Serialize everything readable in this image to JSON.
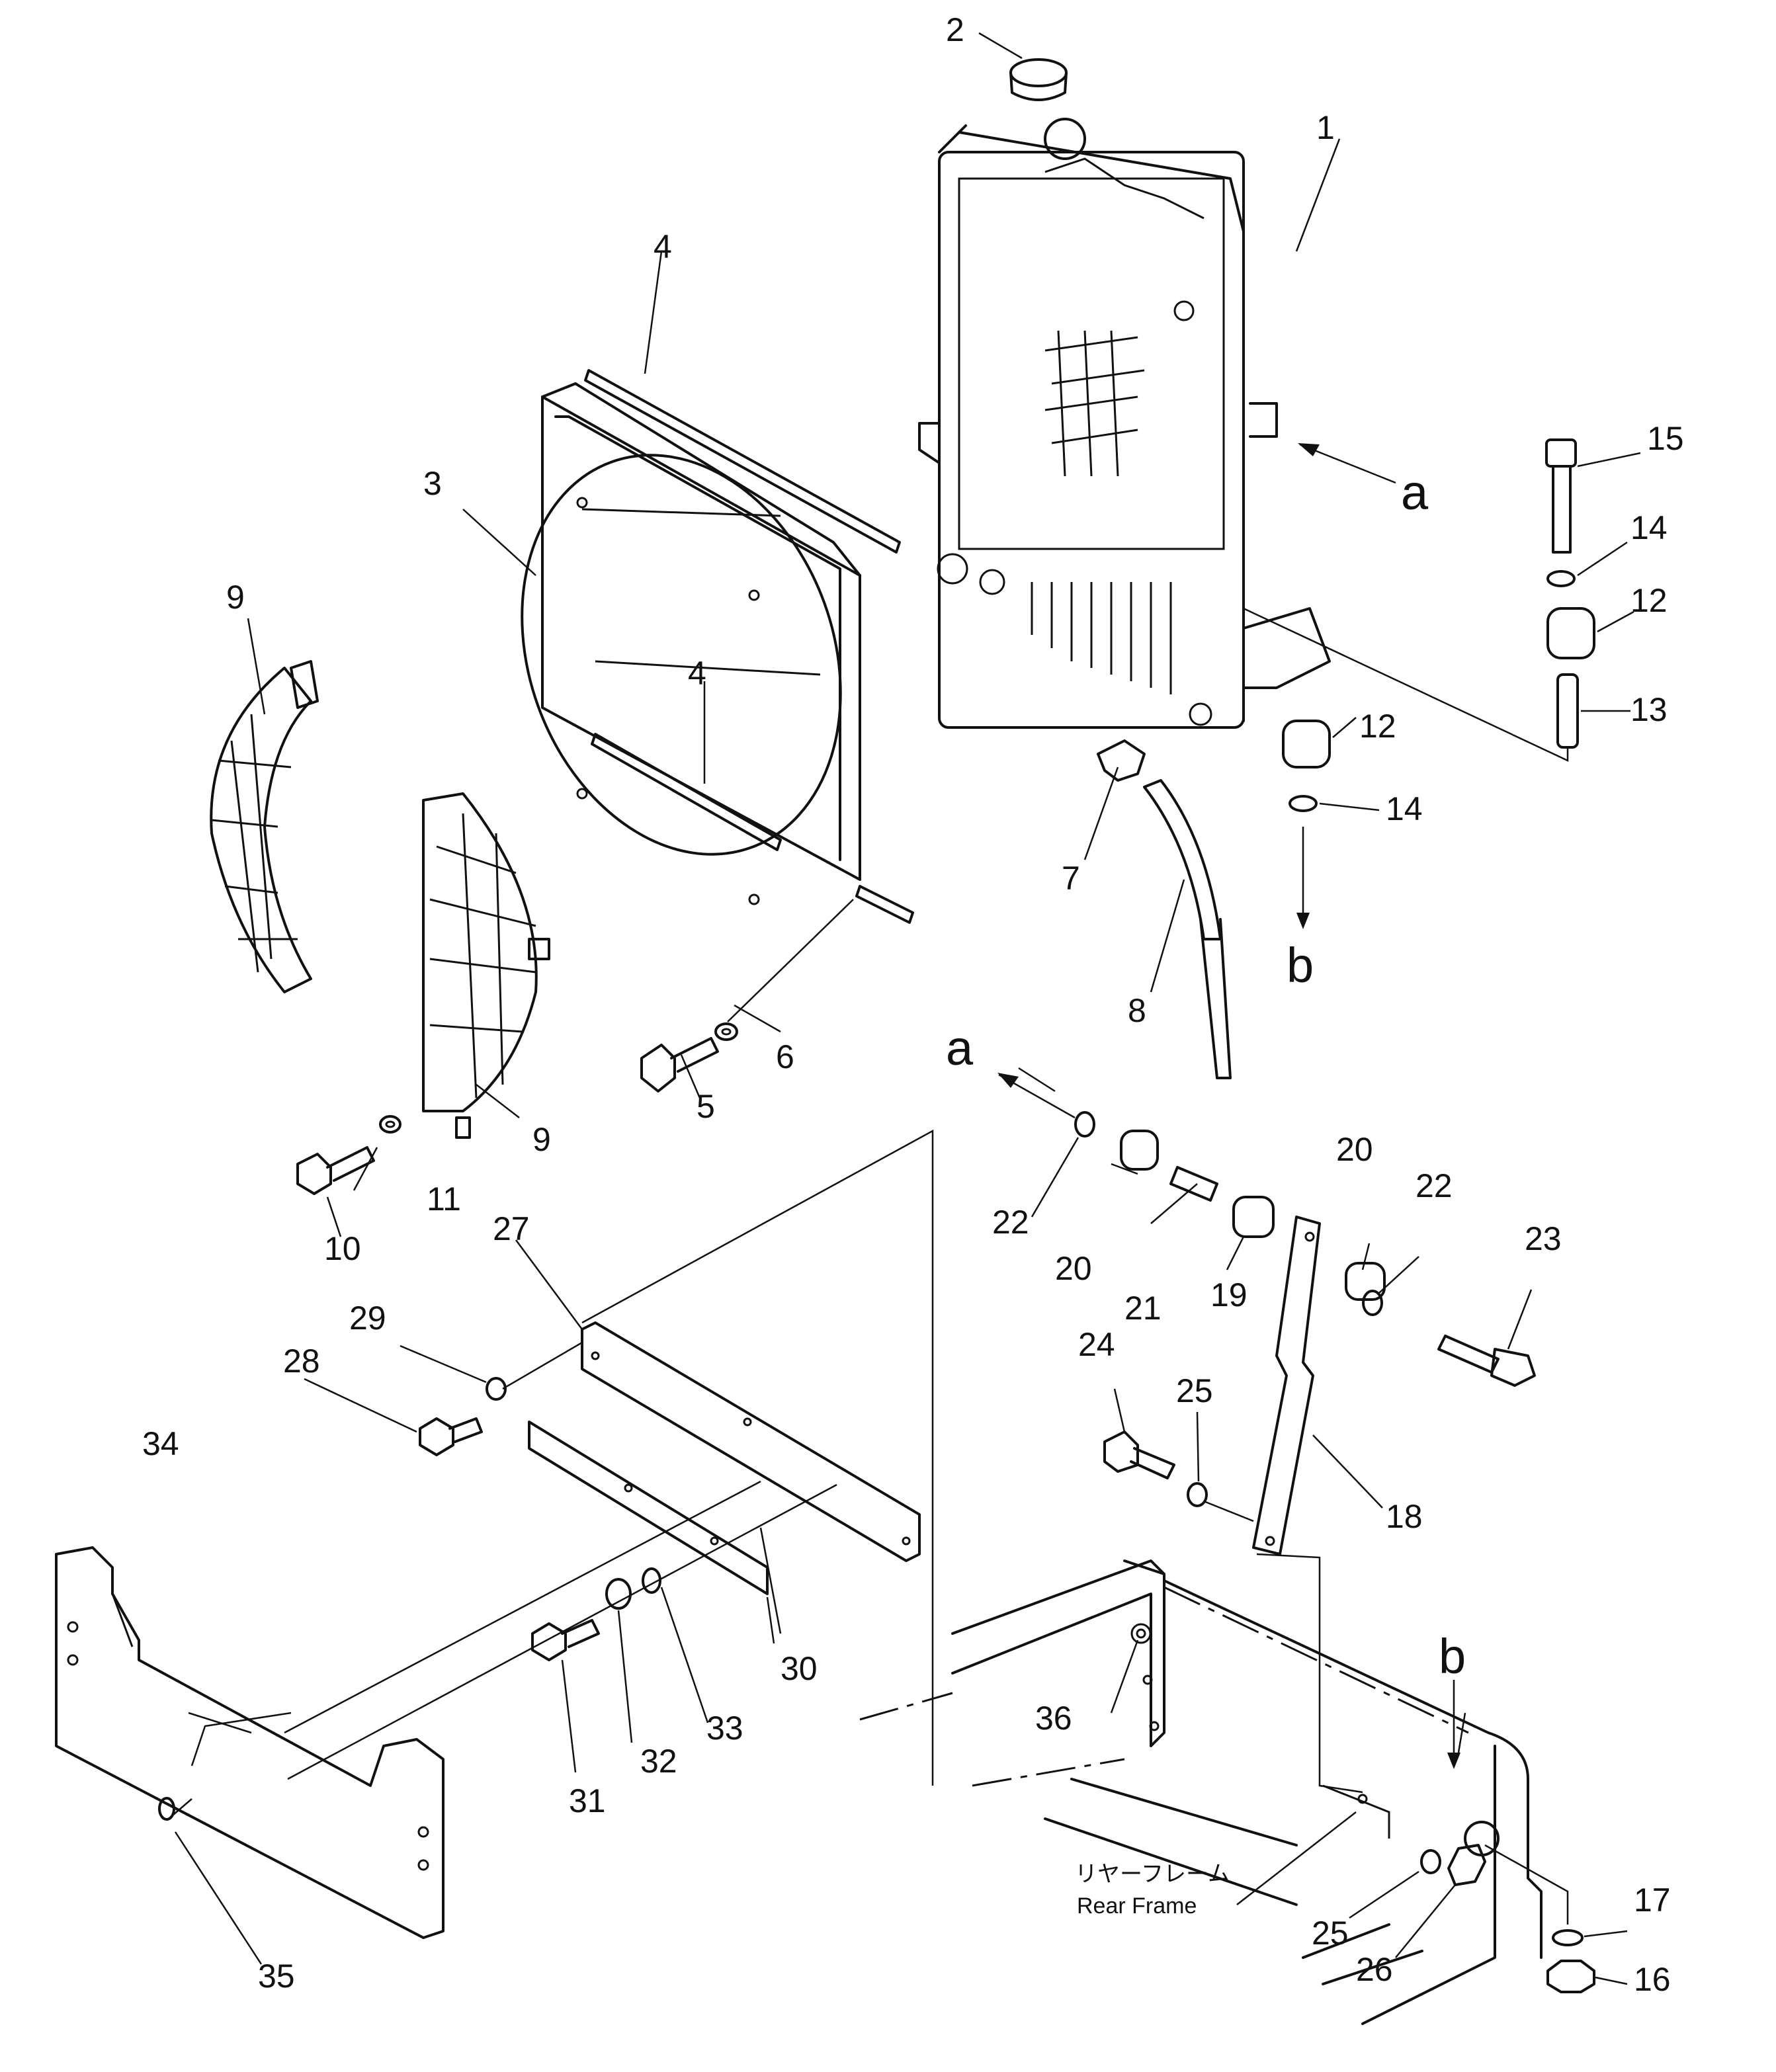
{
  "callouts": [
    "1",
    "2",
    "3",
    "4",
    "4",
    "5",
    "6",
    "7",
    "8",
    "9",
    "9",
    "10",
    "11",
    "12",
    "12",
    "13",
    "14",
    "14",
    "15",
    "16",
    "17",
    "18",
    "19",
    "20",
    "20",
    "21",
    "22",
    "22",
    "23",
    "24",
    "25",
    "25",
    "26",
    "27",
    "28",
    "29",
    "30",
    "31",
    "32",
    "33",
    "34",
    "35",
    "36"
  ],
  "view_letters": [
    "a",
    "a",
    "b",
    "b"
  ],
  "frame_label": {
    "jp": "リヤーフレーム",
    "en": "Rear Frame"
  }
}
